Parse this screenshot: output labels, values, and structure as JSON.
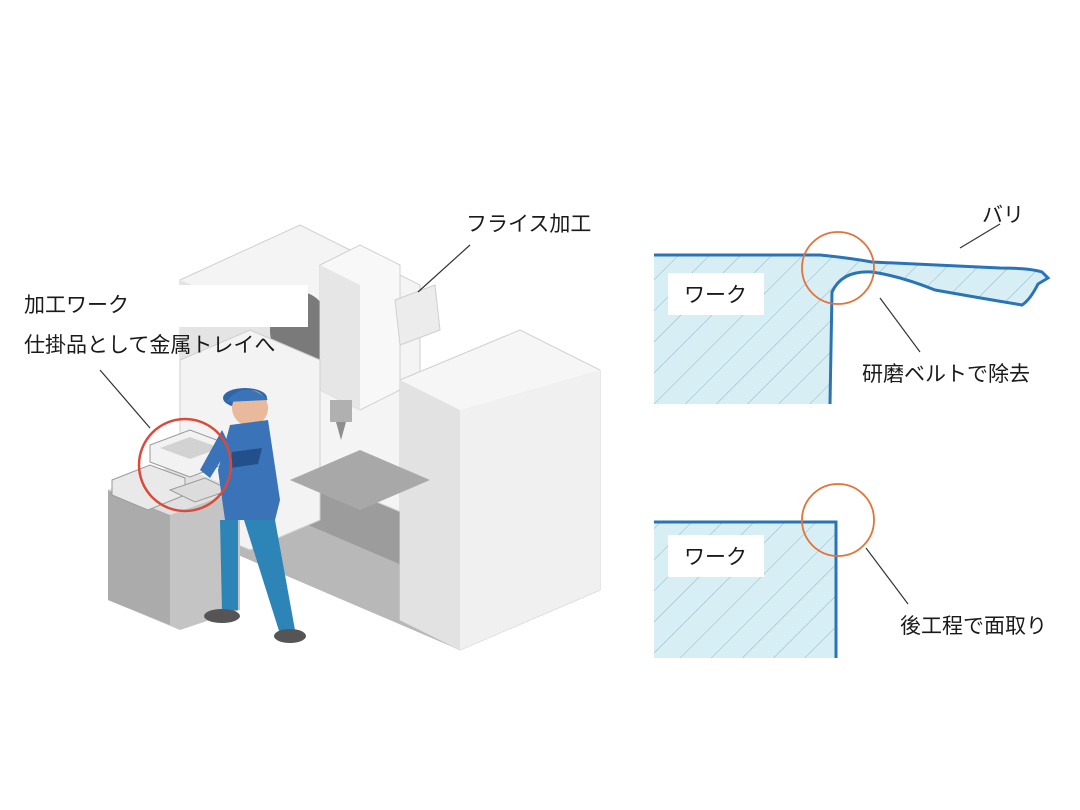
{
  "labels": {
    "machine": "フライス加工",
    "work_line1": "加工ワーク",
    "work_line2": "仕掛品として金属トレイへ",
    "burr": "バリ",
    "belt": "研磨ベルトで除去",
    "work_top": "ワーク",
    "work_bottom": "ワーク",
    "chamfer": "後工程で面取り"
  },
  "colors": {
    "work_fill": "#d8eef5",
    "work_edge": "#2a74b6",
    "highlight_circle": "#e2733a",
    "tray_circle": "#d94a3a",
    "machine_body": "#f2f2f2",
    "worker_suit": "#3a73b8"
  }
}
